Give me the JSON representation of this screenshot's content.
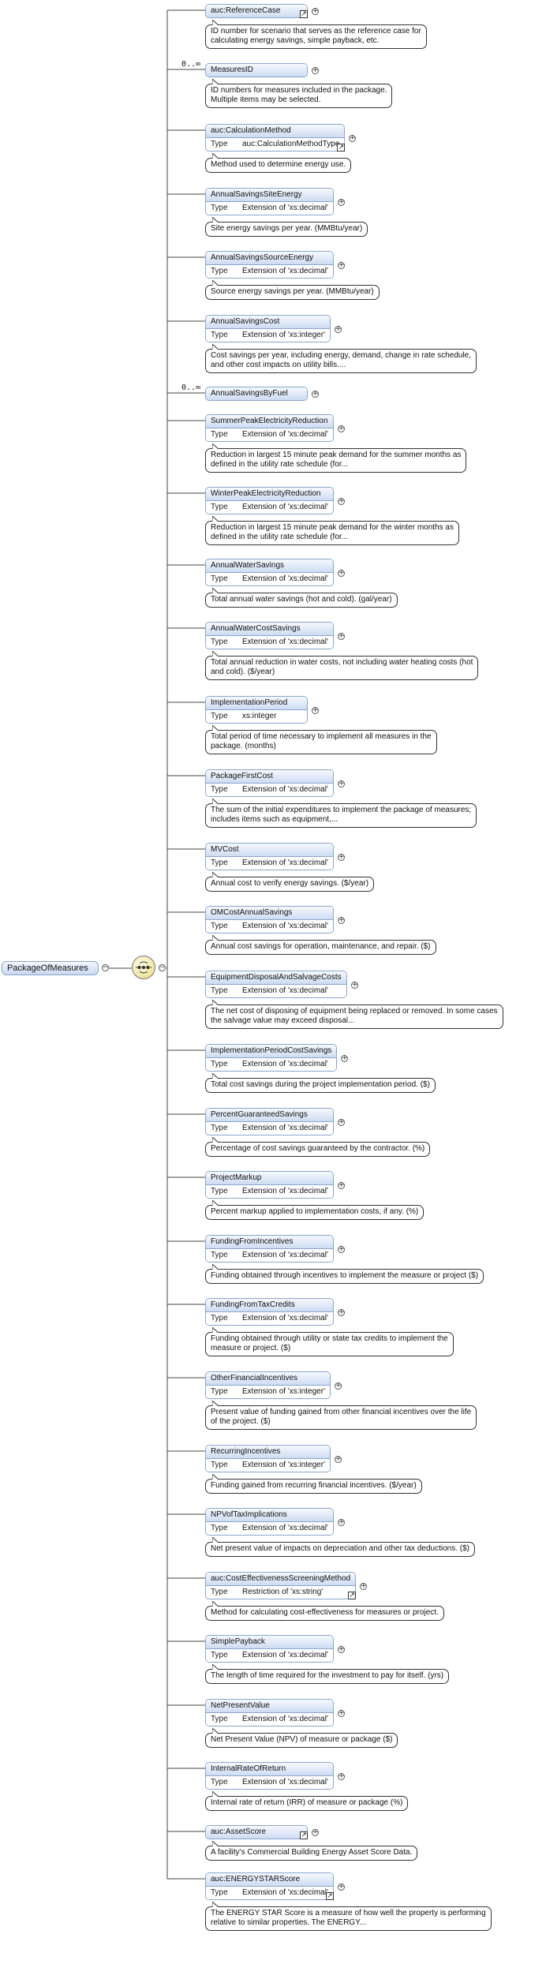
{
  "root": {
    "label": "PackageOfMeasures"
  },
  "type_key": "Type",
  "elements": [
    {
      "name": "auc:ReferenceCase",
      "type": "",
      "ref": true,
      "occurs": "",
      "doc": "ID number for scenario that serves as the reference case for\ncalculating energy savings, simple payback, etc."
    },
    {
      "name": "MeasuresID",
      "type": "",
      "ref": false,
      "occurs": "0..∞",
      "doc": "ID numbers for measures included in the package.\nMultiple items may be selected."
    },
    {
      "name": "auc:CalculationMethod",
      "type": "auc:CalculationMethodType",
      "ref": true,
      "occurs": "",
      "doc": "Method used to determine energy use."
    },
    {
      "name": "AnnualSavingsSiteEnergy",
      "type": "Extension of 'xs:decimal'",
      "ref": false,
      "occurs": "",
      "doc": "Site energy savings per year. (MMBtu/year)"
    },
    {
      "name": "AnnualSavingsSourceEnergy",
      "type": "Extension of 'xs:decimal'",
      "ref": false,
      "occurs": "",
      "doc": "Source energy savings per year. (MMBtu/year)"
    },
    {
      "name": "AnnualSavingsCost",
      "type": "Extension of 'xs:integer'",
      "ref": false,
      "occurs": "",
      "doc": "Cost savings per year, including energy, demand, change in rate schedule,\nand other cost impacts on utility bills...."
    },
    {
      "name": "AnnualSavingsByFuel",
      "type": "",
      "ref": false,
      "occurs": "0..∞",
      "doc": ""
    },
    {
      "name": "SummerPeakElectricityReduction",
      "type": "Extension of 'xs:decimal'",
      "ref": false,
      "occurs": "",
      "doc": "Reduction in largest 15 minute peak demand for the summer months as\ndefined in the utility rate schedule (for..."
    },
    {
      "name": "WinterPeakElectricityReduction",
      "type": "Extension of 'xs:decimal'",
      "ref": false,
      "occurs": "",
      "doc": "Reduction in largest 15 minute peak demand for the winter months as\ndefined in the utility rate schedule (for..."
    },
    {
      "name": "AnnualWaterSavings",
      "type": "Extension of 'xs:decimal'",
      "ref": false,
      "occurs": "",
      "doc": "Total annual water savings (hot and cold). (gal/year)"
    },
    {
      "name": "AnnualWaterCostSavings",
      "type": "Extension of 'xs:decimal'",
      "ref": false,
      "occurs": "",
      "doc": "Total annual reduction in water costs, not including water heating costs (hot\nand cold). ($/year)"
    },
    {
      "name": "ImplementationPeriod",
      "type": "xs:integer",
      "ref": false,
      "occurs": "",
      "doc": "Total period of time necessary to implement all measures in the\npackage. (months)"
    },
    {
      "name": "PackageFirstCost",
      "type": "Extension of 'xs:decimal'",
      "ref": false,
      "occurs": "",
      "doc": "The sum of the initial expenditures to implement the package of measures;\nincludes items such as equipment,..."
    },
    {
      "name": "MVCost",
      "type": "Extension of 'xs:decimal'",
      "ref": false,
      "occurs": "",
      "doc": "Annual cost to verify energy savings. ($/year)"
    },
    {
      "name": "OMCostAnnualSavings",
      "type": "Extension of 'xs:decimal'",
      "ref": false,
      "occurs": "",
      "doc": "Annual cost savings for operation, maintenance, and repair. ($)"
    },
    {
      "name": "EquipmentDisposalAndSalvageCosts",
      "type": "Extension of 'xs:decimal'",
      "ref": false,
      "occurs": "",
      "doc": "The net cost of disposing of equipment being replaced or removed. In some cases\nthe salvage value may exceed disposal..."
    },
    {
      "name": "ImplementationPeriodCostSavings",
      "type": "Extension of 'xs:decimal'",
      "ref": false,
      "occurs": "",
      "doc": "Total cost savings during the project implementation period. ($)"
    },
    {
      "name": "PercentGuaranteedSavings",
      "type": "Extension of 'xs:decimal'",
      "ref": false,
      "occurs": "",
      "doc": "Percentage of cost savings guaranteed by the contractor. (%)"
    },
    {
      "name": "ProjectMarkup",
      "type": "Extension of 'xs:decimal'",
      "ref": false,
      "occurs": "",
      "doc": "Percent markup applied to implementation costs, if any. (%)"
    },
    {
      "name": "FundingFromIncentives",
      "type": "Extension of 'xs:decimal'",
      "ref": false,
      "occurs": "",
      "doc": "Funding obtained through incentives to implement the measure or project ($)"
    },
    {
      "name": "FundingFromTaxCredits",
      "type": "Extension of 'xs:decimal'",
      "ref": false,
      "occurs": "",
      "doc": "Funding obtained through utility or state tax credits to implement the\nmeasure or project. ($)"
    },
    {
      "name": "OtherFinancialIncentives",
      "type": "Extension of 'xs:integer'",
      "ref": false,
      "occurs": "",
      "doc": "Present value of funding gained from other financial incentives over the life\nof the project. ($)"
    },
    {
      "name": "RecurringIncentives",
      "type": "Extension of 'xs:integer'",
      "ref": false,
      "occurs": "",
      "doc": "Funding gained from recurring financial incentives. ($/year)"
    },
    {
      "name": "NPVofTaxImplications",
      "type": "Extension of 'xs:decimal'",
      "ref": false,
      "occurs": "",
      "doc": "Net present value of impacts on depreciation and other tax deductions. ($)"
    },
    {
      "name": "auc:CostEffectivenessScreeningMethod",
      "type": "Restriction of 'xs:string'",
      "ref": true,
      "occurs": "",
      "doc": "Method for calculating cost-effectiveness for measures or project."
    },
    {
      "name": "SimplePayback",
      "type": "Extension of 'xs:decimal'",
      "ref": false,
      "occurs": "",
      "doc": "The length of time required for the investment to pay for itself. (yrs)"
    },
    {
      "name": "NetPresentValue",
      "type": "Extension of 'xs:decimal'",
      "ref": false,
      "occurs": "",
      "doc": "Net Present Value (NPV) of measure or package ($)"
    },
    {
      "name": "InternalRateOfReturn",
      "type": "Extension of 'xs:decimal'",
      "ref": false,
      "occurs": "",
      "doc": "Internal rate of return (IRR) of measure or package (%)"
    },
    {
      "name": "auc:AssetScore",
      "type": "",
      "ref": true,
      "occurs": "",
      "doc": "A facility's Commercial Building Energy Asset Score Data."
    },
    {
      "name": "auc:ENERGYSTARScore",
      "type": "Extension of 'xs:decimal'",
      "ref": true,
      "occurs": "",
      "doc": "The ENERGY STAR Score is a measure of how well the property is performing\nrelative to similar properties. The ENERGY..."
    }
  ]
}
